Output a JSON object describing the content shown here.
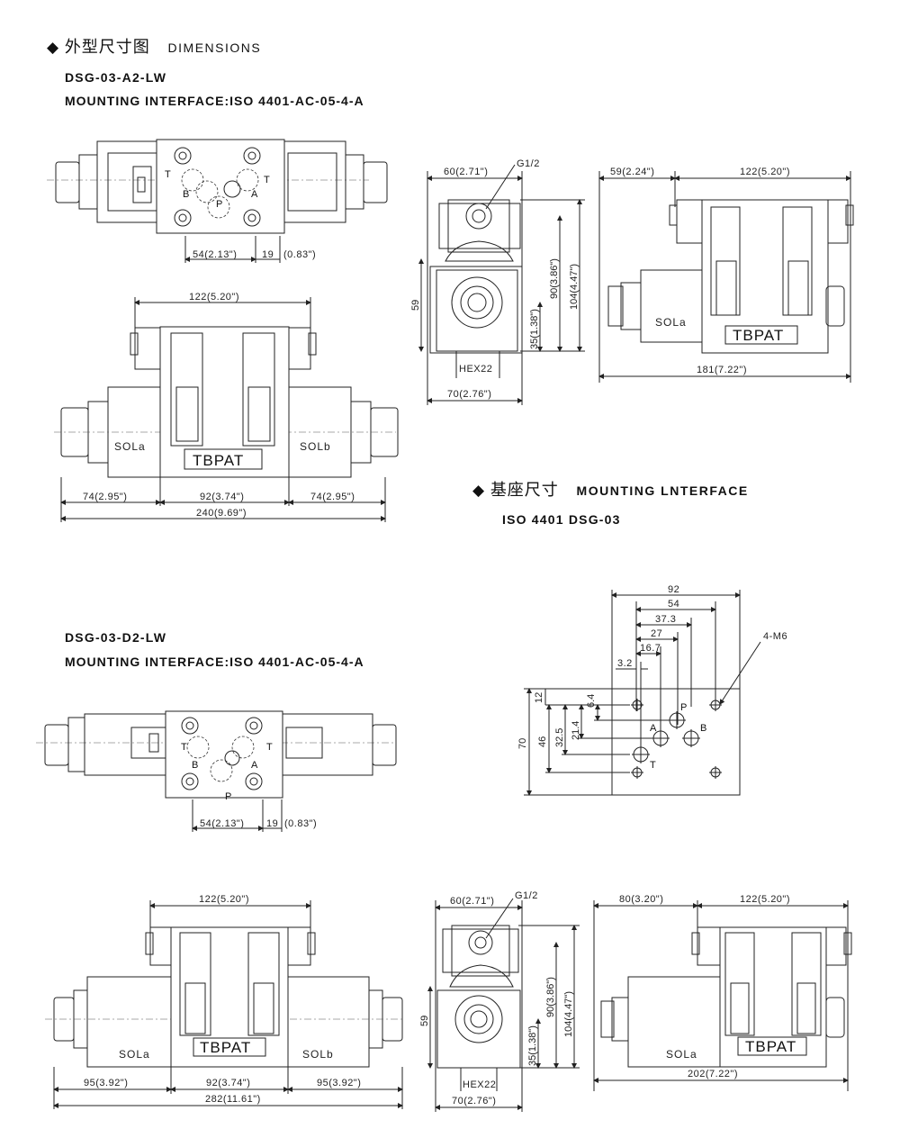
{
  "header": {
    "dimensions_cn": "外型尺寸图",
    "dimensions_en": "DIMENSIONS",
    "mounting_cn": "基座尺寸",
    "mounting_en": "MOUNTING LNTERFACE",
    "mounting_std": "ISO 4401 DSG-03"
  },
  "model_a": {
    "name": "DSG-03-A2-LW",
    "interface": "MOUNTING INTERFACE:ISO 4401-AC-05-4-A",
    "top_dims": {
      "d54": "54(2.13\")",
      "d19": "19",
      "d19b": "(0.83\")"
    },
    "front_dims": {
      "top": "122(5.20\")",
      "left": "74(2.95\")",
      "mid": "92(3.74\")",
      "right": "74(2.95\")",
      "total": "240(9.69\")"
    },
    "side_dims": {
      "top": "60(2.71\")",
      "g": "G1/2",
      "h59": "59",
      "h90": "90(3.86\")",
      "h104": "104(4.47\")",
      "h35": "35(1.38\")",
      "hex": "HEX22",
      "bottom": "70(2.76\")"
    },
    "right_dims": {
      "top_left": "59(2.24\")",
      "top_right": "122(5.20\")",
      "bottom": "181(7.22\")"
    },
    "labels": {
      "sola": "SOLa",
      "solb": "SOLb",
      "tbpat": "TBPAT",
      "T": "T",
      "B": "B",
      "A": "A",
      "P": "P"
    }
  },
  "model_d": {
    "name": "DSG-03-D2-LW",
    "interface": "MOUNTING INTERFACE:ISO 4401-AC-05-4-A",
    "top_dims": {
      "d54": "54(2.13\")",
      "d19": "19",
      "d19b": "(0.83\")"
    },
    "front_dims": {
      "top": "122(5.20\")",
      "left": "95(3.92\")",
      "mid": "92(3.74\")",
      "right": "95(3.92\")",
      "total": "282(11.61\")"
    },
    "side_dims": {
      "top": "60(2.71\")",
      "g": "G1/2",
      "h59": "59",
      "h90": "90(3.86\")",
      "h104": "104(4.47\")",
      "h35": "35(1.38\")",
      "hex": "HEX22",
      "bottom": "70(2.76\")"
    },
    "right_dims": {
      "top_left": "80(3.20\")",
      "top_right": "122(5.20\")",
      "bottom": "202(7.22\")"
    },
    "labels": {
      "sola": "SOLa",
      "solb": "SOLb",
      "tbpat": "TBPAT",
      "T": "T",
      "B": "B",
      "A": "A",
      "P": "P"
    }
  },
  "interface_drawing": {
    "h92": "92",
    "h54": "54",
    "h373": "37.3",
    "h27": "27",
    "h167": "16.7",
    "h32": "3.2",
    "thread": "4-M6",
    "v70": "70",
    "v46": "46",
    "v325": "32.5",
    "v214": "21.4",
    "v64": "6.4",
    "v12": "12",
    "ports": {
      "P": "P",
      "A": "A",
      "B": "B",
      "T": "T"
    }
  }
}
